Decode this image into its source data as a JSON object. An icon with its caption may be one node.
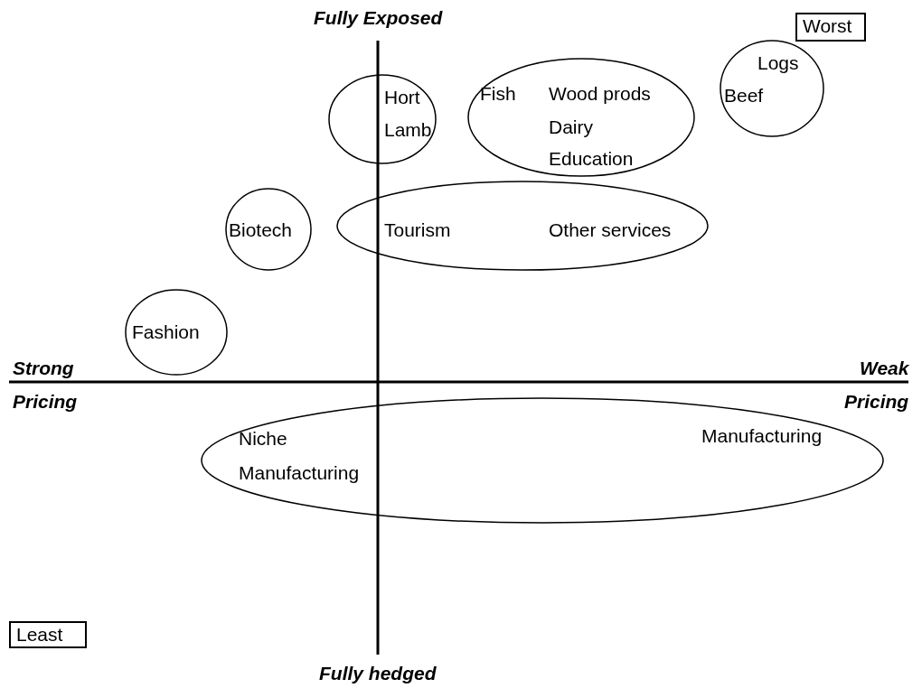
{
  "diagram": {
    "nodes": [
      {
        "text": [
          "Worst"
        ]
      },
      {
        "text": [
          "Hort",
          "Lamb"
        ]
      },
      {
        "text": [
          "Fish",
          "Wood prods",
          "Dairy",
          "Education"
        ]
      },
      {
        "text": [
          "Logs",
          "Beef"
        ]
      },
      {
        "text": [
          "Biotech"
        ]
      },
      {
        "text": [
          "Tourism",
          "Other services"
        ]
      },
      {
        "text": [
          "Fashion"
        ]
      },
      {
        "text": [
          "Niche Manufacturing",
          "Manufacturing"
        ]
      },
      {
        "text": [
          "Least"
        ]
      }
    ],
    "edges": [],
    "labels": [
      "Fully Exposed",
      "Strong",
      "Weak",
      "Pricing",
      "Pricing",
      "Fully hedged"
    ]
  }
}
